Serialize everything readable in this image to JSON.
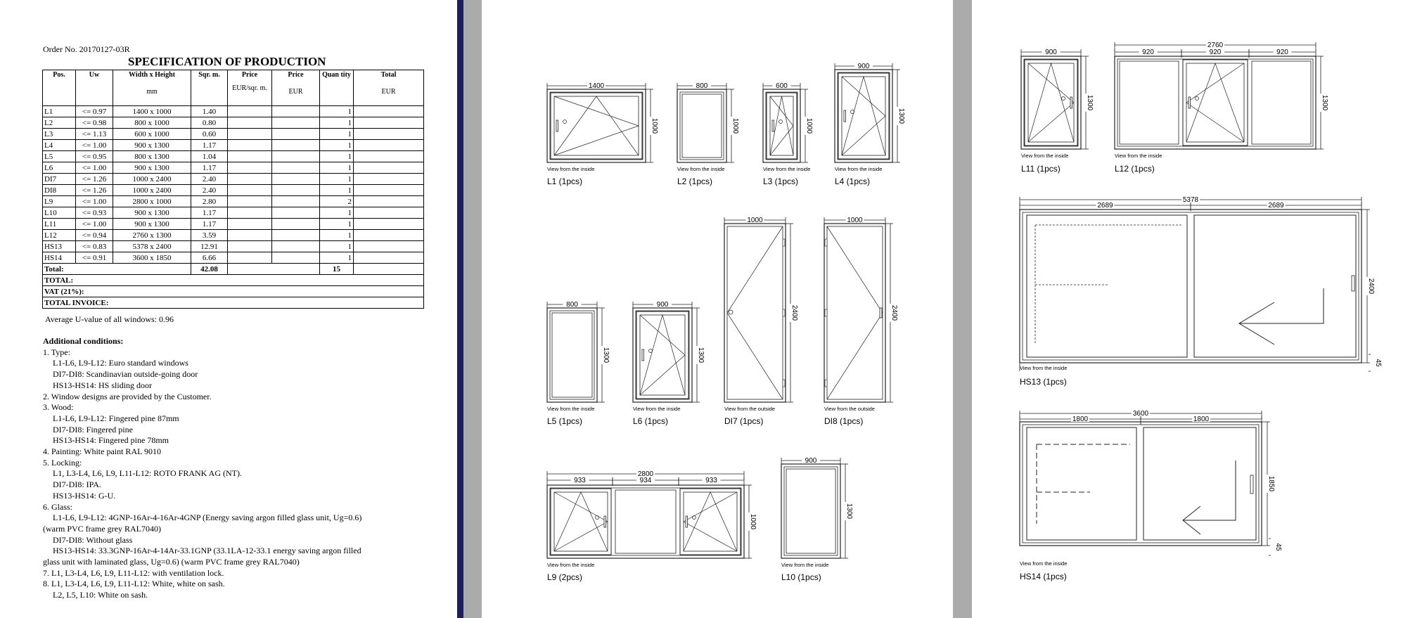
{
  "spec": {
    "order_no": "Order No. 20170127-03R",
    "title": "SPECIFICATION OF PRODUCTION",
    "headers": {
      "pos": "Pos.",
      "uw": "Uw",
      "wh": "Width x Height",
      "wh_unit": "mm",
      "sqm": "Sqr. m.",
      "price1": "Price",
      "price1_unit": "EUR/sqr. m.",
      "price2": "Price",
      "price2_unit": "EUR",
      "qty": "Quan tity",
      "total": "Total",
      "total_unit": "EUR"
    },
    "rows": [
      [
        "L1",
        "<= 0.97",
        "1400 x 1000",
        "1.40",
        "1"
      ],
      [
        "L2",
        "<= 0.98",
        "800 x 1000",
        "0.80",
        "1"
      ],
      [
        "L3",
        "<= 1.13",
        "600 x 1000",
        "0.60",
        "1"
      ],
      [
        "L4",
        "<= 1.00",
        "900 x 1300",
        "1.17",
        "1"
      ],
      [
        "L5",
        "<= 0.95",
        "800 x 1300",
        "1.04",
        "1"
      ],
      [
        "L6",
        "<= 1.00",
        "900 x 1300",
        "1.17",
        "1"
      ],
      [
        "DI7",
        "<= 1.26",
        "1000 x 2400",
        "2.40",
        "1"
      ],
      [
        "DI8",
        "<= 1.26",
        "1000 x 2400",
        "2.40",
        "1"
      ],
      [
        "L9",
        "<= 1.00",
        "2800 x 1000",
        "2.80",
        "2"
      ],
      [
        "L10",
        "<= 0.93",
        "900 x 1300",
        "1.17",
        "1"
      ],
      [
        "L11",
        "<= 1.00",
        "900 x 1300",
        "1.17",
        "1"
      ],
      [
        "L12",
        "<= 0.94",
        "2760 x 1300",
        "3.59",
        "1"
      ],
      [
        "HS13",
        "<= 0.83",
        "5378 x 2400",
        "12.91",
        "1"
      ],
      [
        "HS14",
        "<= 0.91",
        "3600 x 1850",
        "6.66",
        "1"
      ]
    ],
    "total_label": "Total:",
    "total_sqm": "42.08",
    "total_qty": "15",
    "total2": "TOTAL:",
    "vat": "VAT (21%):",
    "invoice": "TOTAL INVOICE:",
    "avg": "Average U-value of all windows: 0.96"
  },
  "conditions": {
    "title": "Additional conditions:",
    "lines": [
      [
        "",
        "1. Type:"
      ],
      [
        "i",
        "L1-L6, L9-L12: Euro standard windows"
      ],
      [
        "i",
        "DI7-DI8: Scandinavian outside-going door"
      ],
      [
        "i",
        "HS13-HS14: HS sliding door"
      ],
      [
        "",
        "2. Window designs are provided by the Customer."
      ],
      [
        "",
        "3. Wood:"
      ],
      [
        "i",
        "L1-L6, L9-L12: Fingered pine 87mm"
      ],
      [
        "i",
        "DI7-DI8: Fingered pine"
      ],
      [
        "i",
        "HS13-HS14: Fingered pine 78mm"
      ],
      [
        "",
        "4. Painting: White paint RAL 9010"
      ],
      [
        "",
        "5. Locking:"
      ],
      [
        "i",
        "L1, L3-L4, L6, L9, L11-L12: ROTO FRANK AG (NT)."
      ],
      [
        "i",
        "DI7-DI8: IPA."
      ],
      [
        "i",
        "HS13-HS14: G-U."
      ],
      [
        "",
        "6. Glass:"
      ],
      [
        "i",
        "L1-L6, L9-L12: 4GNP-16Ar-4-16Ar-4GNP   (Energy saving argon filled glass unit, Ug=0.6)"
      ],
      [
        "",
        "(warm PVC frame grey RAL7040)"
      ],
      [
        "i",
        "DI7-DI8: Without glass"
      ],
      [
        "i",
        "HS13-HS14: 33.3GNP-16Ar-4-14Ar-33.1GNP   (33.1LA-12-33.1 energy saving argon filled"
      ],
      [
        "",
        "glass unit with laminated glass, Ug=0.6) (warm PVC frame grey RAL7040)"
      ],
      [
        "",
        "7. L1, L3-L4, L6, L9, L11-L12: with ventilation lock."
      ],
      [
        "",
        "8. L1, L3-L4, L6, L9, L11-L12: White, white on sash."
      ],
      [
        "i",
        "L2, L5, L10: White on sash."
      ]
    ]
  },
  "drawings": {
    "view_inside": "View from the inside",
    "view_outside": "View from the outside",
    "items": [
      {
        "id": "L1",
        "caption": "L1 (1pcs)",
        "w": "1400",
        "h": "1000"
      },
      {
        "id": "L2",
        "caption": "L2 (1pcs)",
        "w": "800",
        "h": "1000"
      },
      {
        "id": "L3",
        "caption": "L3 (1pcs)",
        "w": "600",
        "h": "1000"
      },
      {
        "id": "L4",
        "caption": "L4 (1pcs)",
        "w": "900",
        "h": "1300"
      },
      {
        "id": "L5",
        "caption": "L5 (1pcs)",
        "w": "800",
        "h": "1300"
      },
      {
        "id": "L6",
        "caption": "L6 (1pcs)",
        "w": "900",
        "h": "1300"
      },
      {
        "id": "DI7",
        "caption": "DI7 (1pcs)",
        "w": "1000",
        "h": "2400"
      },
      {
        "id": "DI8",
        "caption": "DI8 (1pcs)",
        "w": "1000",
        "h": "2400"
      },
      {
        "id": "L9",
        "caption": "L9 (2pcs)",
        "w": "2800",
        "h": "1000",
        "sub": [
          "933",
          "934",
          "933"
        ]
      },
      {
        "id": "L10",
        "caption": "L10 (1pcs)",
        "w": "900",
        "h": "1300"
      },
      {
        "id": "L11",
        "caption": "L11 (1pcs)",
        "w": "900",
        "h": "1300"
      },
      {
        "id": "L12",
        "caption": "L12 (1pcs)",
        "w": "2760",
        "h": "1300",
        "sub": [
          "920",
          "920",
          "920"
        ]
      },
      {
        "id": "HS13",
        "caption": "HS13 (1pcs)",
        "w": "5378",
        "h": "2400",
        "sub": [
          "2689",
          "2689"
        ],
        "extra": "45"
      },
      {
        "id": "HS14",
        "caption": "HS14 (1pcs)",
        "w": "3600",
        "h": "1850",
        "sub": [
          "1800",
          "1800"
        ],
        "extra": "45"
      }
    ]
  }
}
